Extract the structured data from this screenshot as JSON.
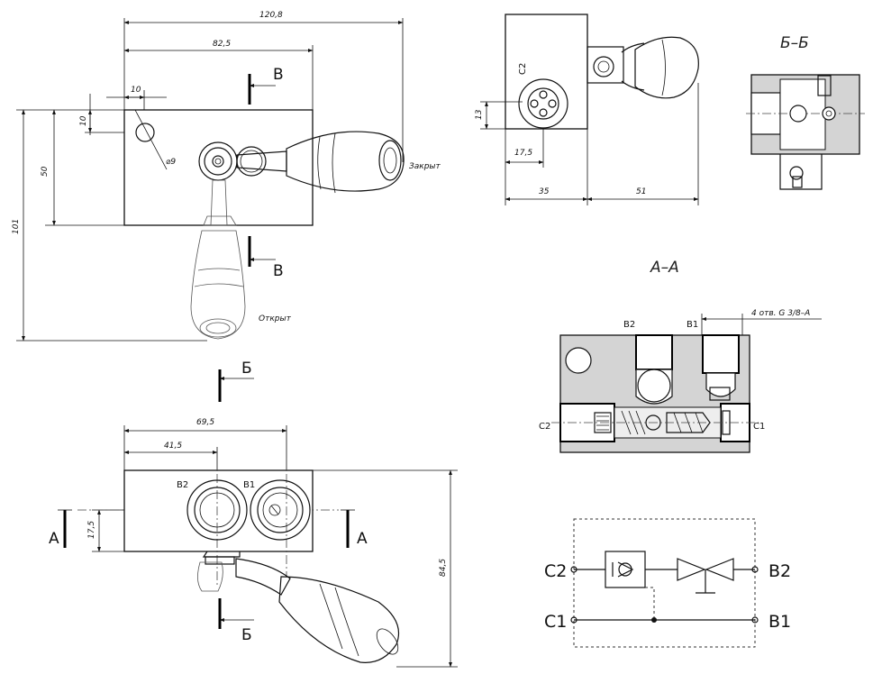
{
  "views": {
    "front": {
      "dims": {
        "width_total": "120,8",
        "width_body": "82,5",
        "offset_x": "10",
        "offset_y": "10",
        "height_body": "50",
        "height_total": "101",
        "hole_dia": "⌀9"
      },
      "labels": {
        "closed": "Закрыт",
        "open": "Открыт",
        "section_b_top": "В",
        "section_b_bottom": "В"
      }
    },
    "side": {
      "dims": {
        "y_port": "13",
        "x_port": "17,5",
        "w_body": "35",
        "w_handle": "51"
      },
      "labels": {
        "port": "C2"
      }
    },
    "section_bb": {
      "title": "Б–Б"
    },
    "top_view": {
      "dims": {
        "span_ports": "69,5",
        "port_offset": "41,5",
        "y_axis": "17,5",
        "height_total": "84,5"
      },
      "labels": {
        "port_b2": "B2",
        "port_b1": "B1",
        "cut_a_left": "А",
        "cut_a_right": "А",
        "cut_b_top": "Б",
        "cut_b_bottom": "Б"
      }
    },
    "section_aa": {
      "title": "А–А",
      "labels": {
        "b2": "B2",
        "b1": "B1",
        "c2": "C2",
        "c1": "C1",
        "thread_note": "4 отв. G 3/8–А"
      }
    },
    "schematic": {
      "labels": {
        "c2": "C2",
        "c1": "C1",
        "b2": "B2",
        "b1": "B1"
      }
    }
  }
}
